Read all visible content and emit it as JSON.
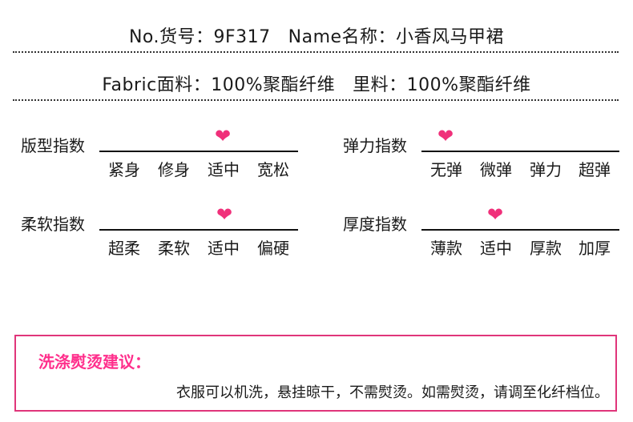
{
  "header": {
    "item_no_label": "No.货号：",
    "item_no_value": "9F317",
    "name_label": "Name名称：",
    "name_value": "小香风马甲裙"
  },
  "fabric": {
    "fabric_label": "Fabric面料：",
    "fabric_value": "100%聚酯纤维",
    "lining_label": "里料：",
    "lining_value": "100%聚酯纤维"
  },
  "marker_icon": "heart-icon",
  "accent_color": "#f0307a",
  "ratings": [
    {
      "label": "版型指数",
      "options": [
        "紧身",
        "修身",
        "适中",
        "宽松"
      ],
      "selected": "适中"
    },
    {
      "label": "弹力指数",
      "options": [
        "无弹",
        "微弹",
        "弹力",
        "超弹"
      ],
      "selected": "无弹"
    },
    {
      "label": "柔软指数",
      "options": [
        "超柔",
        "柔软",
        "适中",
        "偏硬"
      ],
      "selected": "适中"
    },
    {
      "label": "厚度指数",
      "options": [
        "薄款",
        "适中",
        "厚款",
        "加厚"
      ],
      "selected": "适中"
    }
  ],
  "care": {
    "title": "洗涤熨烫建议：",
    "text": "衣服可以机洗，悬挂晾干，不需熨烫。如需熨烫，请调至化纤档位。"
  }
}
